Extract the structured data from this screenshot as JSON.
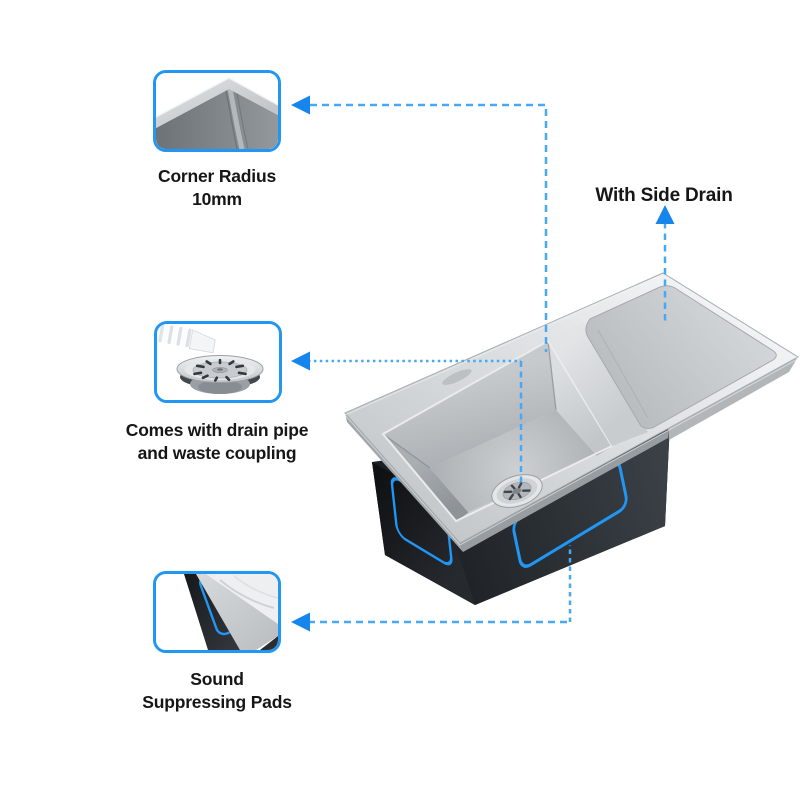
{
  "page": {
    "background": "#FFFFFF"
  },
  "colors": {
    "accent_blue": "#2196F3",
    "callout_line_blue": "#47A8F4",
    "arrowhead_blue": "#1686EC",
    "pad_outline_blue": "#2196F3",
    "label_text": "#161616",
    "steel_light": "#E8EAEC",
    "steel_mid": "#C3C7CA",
    "underside_dark": "#22262B"
  },
  "callouts": {
    "corner_radius": {
      "line1": "Corner Radius",
      "line2": "10mm",
      "icon": "sink-corner-thumbnail"
    },
    "drain_coupling": {
      "line1": "Comes with drain pipe",
      "line2": "and waste coupling",
      "icon": "drain-strainer-thumbnail"
    },
    "sound_pads": {
      "line1": "Sound",
      "line2": "Suppressing Pads",
      "icon": "sink-underside-thumbnail"
    },
    "side_drain": {
      "label": "With Side Drain"
    }
  },
  "icons": {
    "arrow_left": "◀",
    "arrow_up": "▲"
  }
}
